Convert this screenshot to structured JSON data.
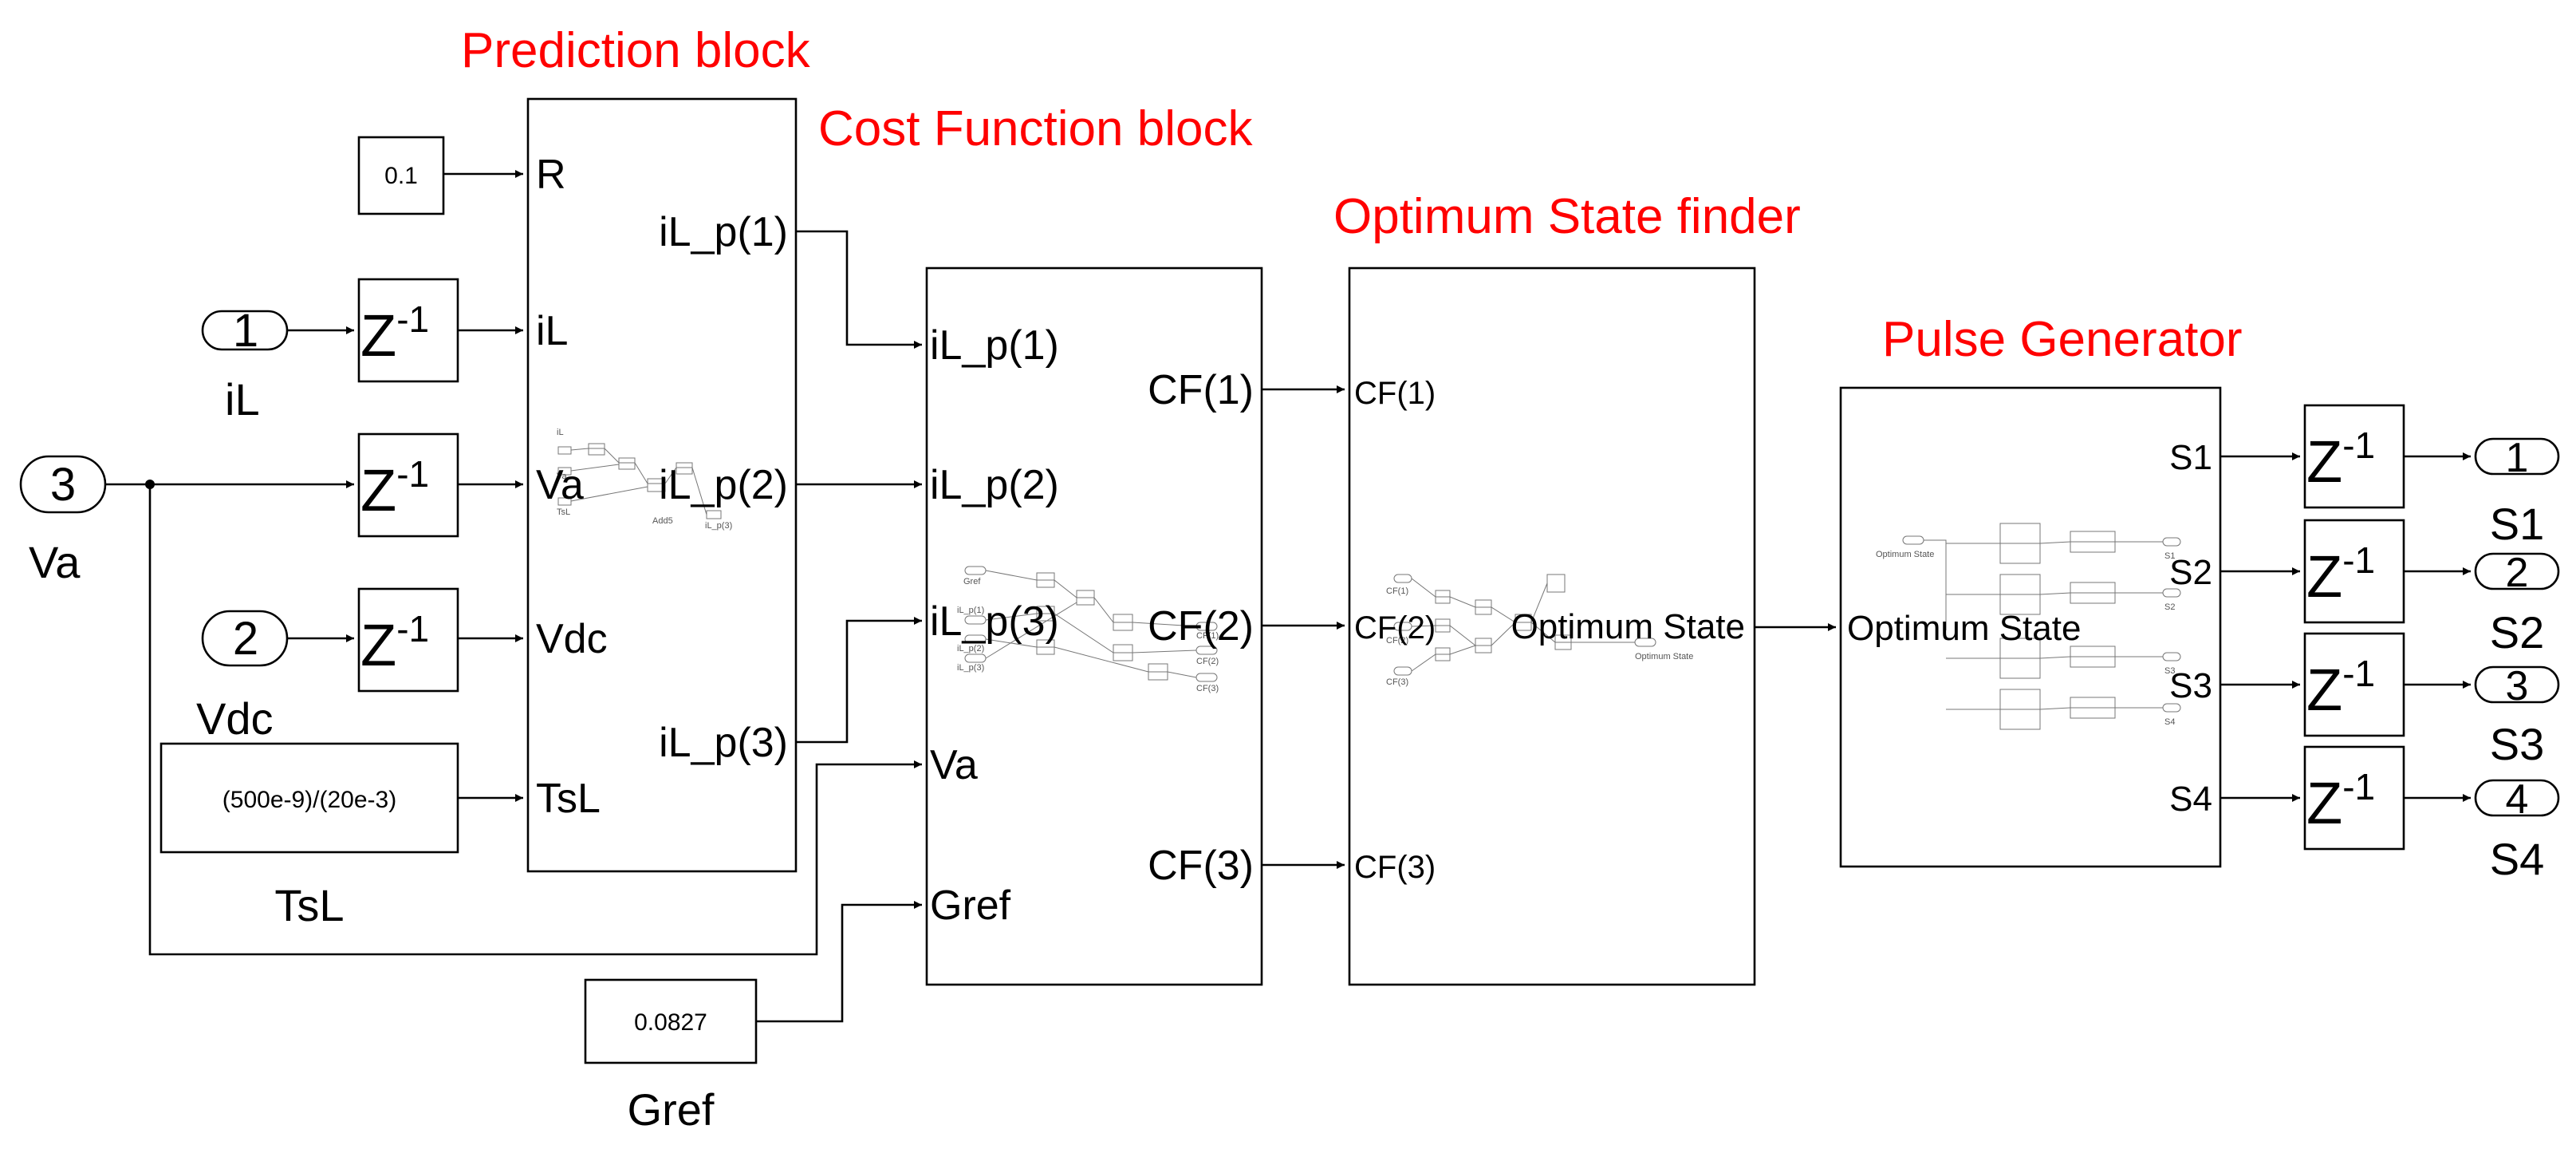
{
  "headers": {
    "prediction": "Prediction block",
    "cost": "Cost Function block",
    "optimum": "Optimum State finder",
    "pulse": "Pulse Generator"
  },
  "inports": [
    {
      "num": "1",
      "label": "iL"
    },
    {
      "num": "3",
      "label": "Va"
    },
    {
      "num": "2",
      "label": "Vdc"
    }
  ],
  "constants": {
    "r": "0.1",
    "tsl": "(500e-9)/(20e-3)",
    "tsl_label": "TsL",
    "gref": "0.0827",
    "gref_label": "Gref"
  },
  "delay": {
    "base": "Z",
    "exp": "-1"
  },
  "prediction_block": {
    "inputs": [
      "R",
      "iL",
      "Va",
      "Vdc",
      "TsL"
    ],
    "outputs": [
      "iL_p(1)",
      "iL_p(2)",
      "iL_p(3)"
    ]
  },
  "cost_block": {
    "inputs": [
      "iL_p(1)",
      "iL_p(2)",
      "iL_p(3)",
      "Va",
      "Gref"
    ],
    "outputs": [
      "CF(1)",
      "CF(2)",
      "CF(3)"
    ]
  },
  "optimum_block": {
    "inputs": [
      "CF(1)",
      "CF(2)",
      "CF(3)"
    ],
    "output": "Optimum State"
  },
  "pulse_block": {
    "input": "Optimum State",
    "outputs": [
      "S1",
      "S2",
      "S3",
      "S4"
    ]
  },
  "outports": [
    {
      "num": "1",
      "label": "S1"
    },
    {
      "num": "2",
      "label": "S2"
    },
    {
      "num": "3",
      "label": "S3"
    },
    {
      "num": "4",
      "label": "S4"
    }
  ],
  "thumbnails": {
    "prediction": [
      "iL",
      "Va",
      "TsL",
      "Add5",
      "iL_p(3)"
    ],
    "cost": [
      "Gref",
      "iL_p(1)",
      "iL_p(2)",
      "iL_p(3)",
      "CF(1)",
      "CF(2)",
      "CF(3)"
    ],
    "optimum": [
      "CF(1)",
      "CF(2)",
      "CF(3)",
      "Optimum State"
    ],
    "pulse": [
      "Optimum State",
      "S1",
      "S2",
      "S3",
      "S4"
    ]
  }
}
